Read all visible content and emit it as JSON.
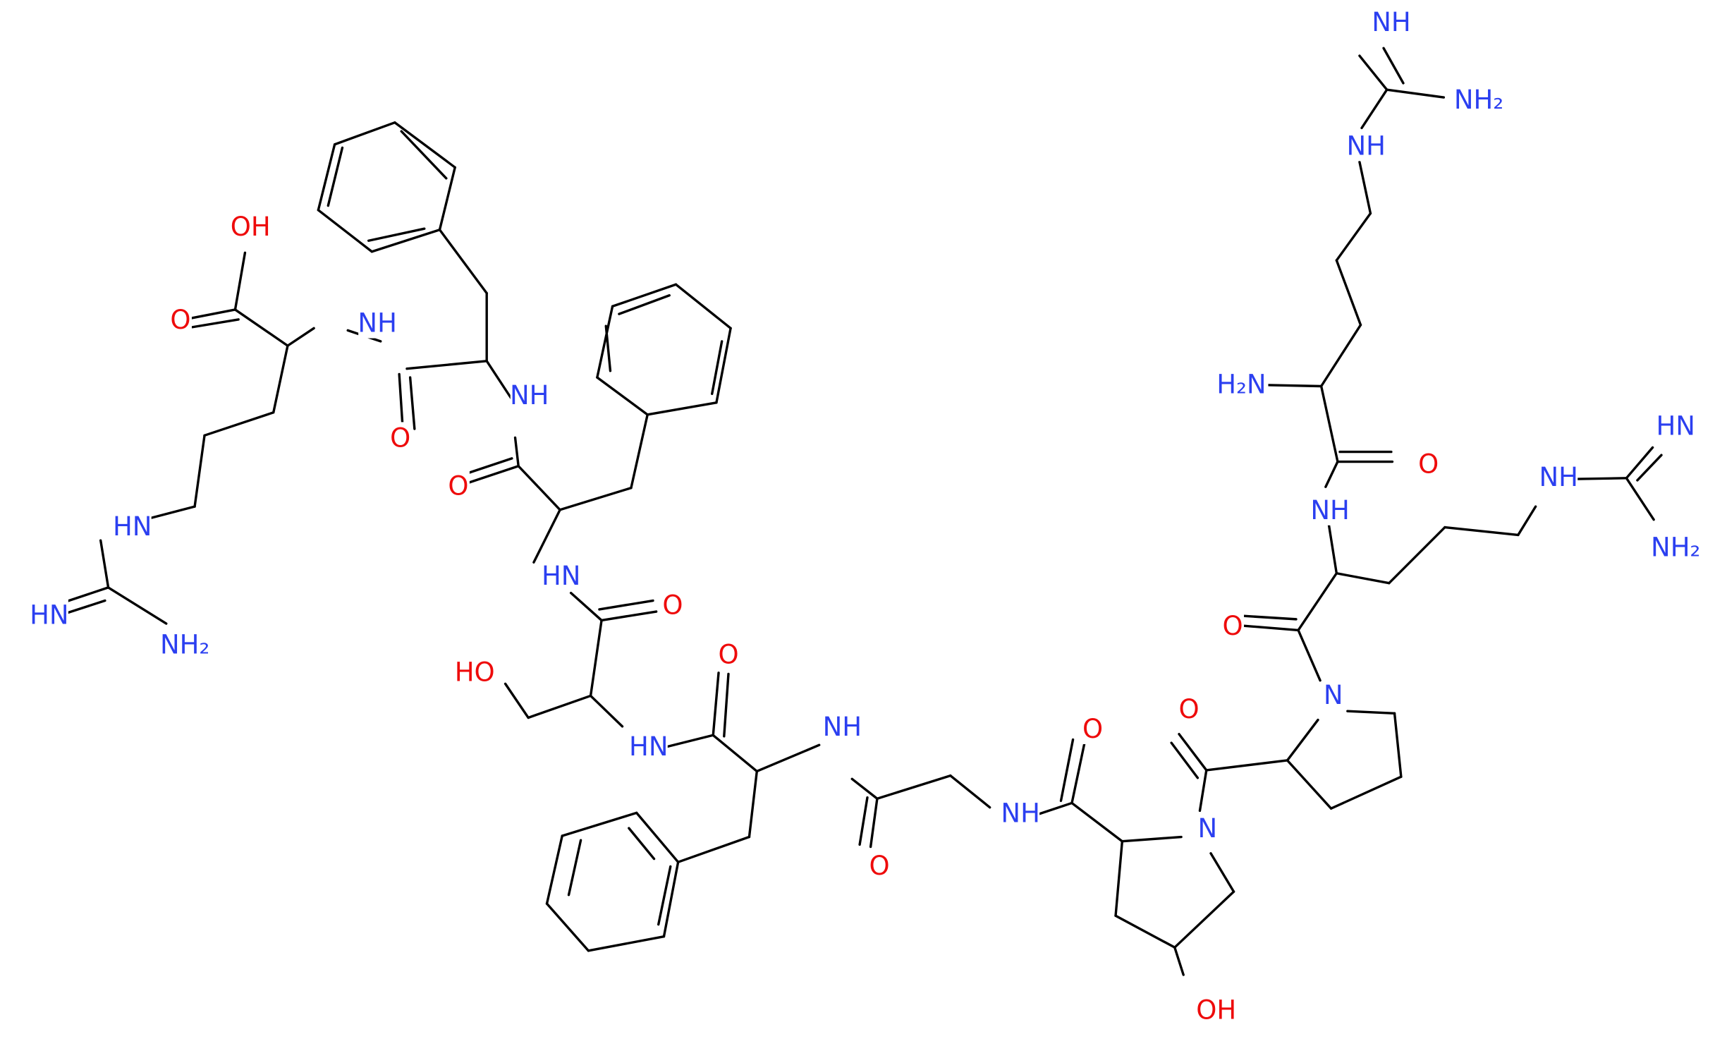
{
  "colors": {
    "N": "#2b3ff0",
    "O": "#ee0b0b",
    "bond": "#000000",
    "background": "#ffffff"
  },
  "labels": [
    {
      "text": "NH",
      "el": "N"
    },
    {
      "text": "NH2",
      "el": "N"
    },
    {
      "text": "NH",
      "el": "N"
    },
    {
      "text": "H2N",
      "el": "N"
    },
    {
      "text": "O",
      "el": "O"
    },
    {
      "text": "NH",
      "el": "N"
    },
    {
      "text": "NH",
      "el": "N"
    },
    {
      "text": "HN",
      "el": "N"
    },
    {
      "text": "NH2",
      "el": "N"
    },
    {
      "text": "O",
      "el": "O"
    },
    {
      "text": "N",
      "el": "N"
    },
    {
      "text": "O",
      "el": "O"
    },
    {
      "text": "O",
      "el": "O"
    },
    {
      "text": "N",
      "el": "N"
    },
    {
      "text": "OH",
      "el": "O"
    },
    {
      "text": "NH",
      "el": "N"
    },
    {
      "text": "O",
      "el": "O"
    },
    {
      "text": "NH",
      "el": "N"
    },
    {
      "text": "O",
      "el": "O"
    },
    {
      "text": "HN",
      "el": "N"
    },
    {
      "text": "HO",
      "el": "O"
    },
    {
      "text": "O",
      "el": "O"
    },
    {
      "text": "HN",
      "el": "N"
    },
    {
      "text": "O",
      "el": "O"
    },
    {
      "text": "NH",
      "el": "N"
    },
    {
      "text": "O",
      "el": "O"
    },
    {
      "text": "NH",
      "el": "N"
    },
    {
      "text": "O",
      "el": "O"
    },
    {
      "text": "OH",
      "el": "O"
    },
    {
      "text": "HN",
      "el": "N"
    },
    {
      "text": "HN",
      "el": "N"
    },
    {
      "text": "NH2",
      "el": "N"
    }
  ]
}
